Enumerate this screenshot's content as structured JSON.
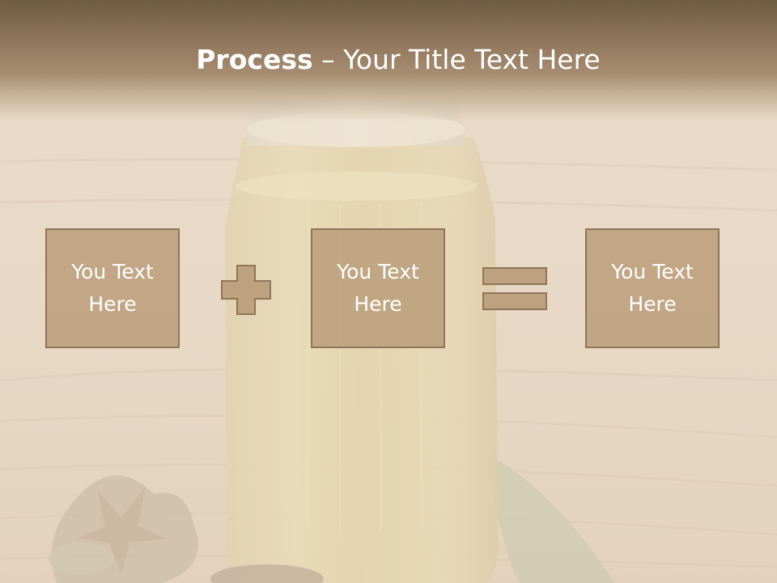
{
  "slide": {
    "title_bold": "Process",
    "title_dash": " – ",
    "title_rest": "Your Title Text Here",
    "boxes": [
      {
        "label": "You Text Here"
      },
      {
        "label": "You Text Here"
      },
      {
        "label": "You Text Here"
      }
    ],
    "operators": [
      "plus-icon",
      "equals-icon"
    ]
  },
  "colors": {
    "header": "#8a7157",
    "box_fill": "#bea280",
    "box_border": "#8f7458",
    "text": "#ffffff"
  }
}
